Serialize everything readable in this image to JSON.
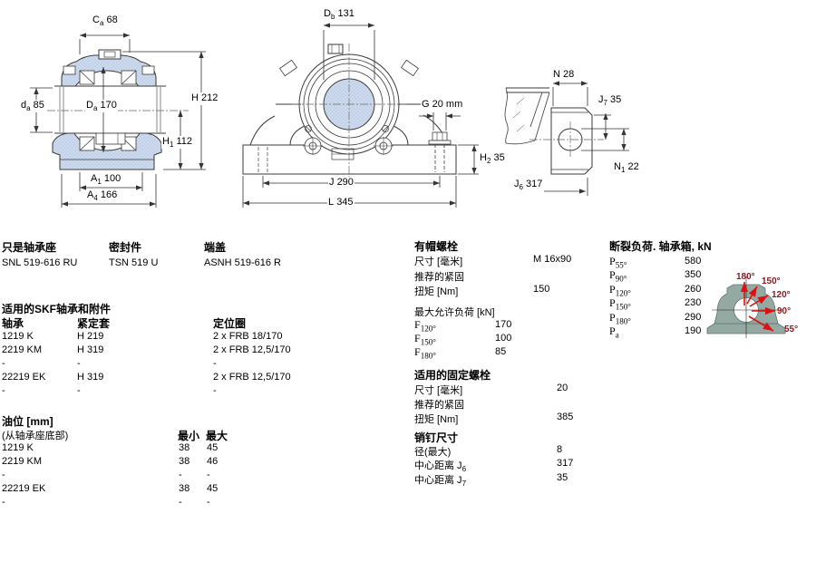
{
  "colors": {
    "hatch_blue": "#cedbee",
    "hatch_dot": "#a3b9d8",
    "line": "#3a3a3a",
    "arrow_red": "#dd1111",
    "angle_label_red": "#8b1a1a",
    "housing_teal": "#95a9a3"
  },
  "drawings": {
    "section_view": {
      "dims": {
        "ca": {
          "main": "C",
          "sub": "a",
          "value": "68"
        },
        "h": {
          "main": "H",
          "sub": "",
          "value": "212"
        },
        "da": {
          "main": "d",
          "sub": "a",
          "value": "85"
        },
        "Da": {
          "main": "D",
          "sub": "a",
          "value": "170"
        },
        "h1": {
          "main": "H",
          "sub": "1",
          "value": "112"
        },
        "a1": {
          "main": "A",
          "sub": "1",
          "value": "100"
        },
        "a4": {
          "main": "A",
          "sub": "4",
          "value": "166"
        }
      }
    },
    "front_view": {
      "dims": {
        "db": {
          "main": "D",
          "sub": "b",
          "value": "131"
        },
        "g": {
          "main": "G",
          "sub": "",
          "value": "20 mm"
        },
        "h2": {
          "main": "H",
          "sub": "2",
          "value": "35"
        },
        "j": {
          "main": "J",
          "sub": "",
          "value": "290"
        },
        "l": {
          "main": "L",
          "sub": "",
          "value": "345"
        }
      }
    },
    "foot_view": {
      "dims": {
        "n": {
          "main": "N",
          "sub": "",
          "value": "28"
        },
        "j7": {
          "main": "J",
          "sub": "7",
          "value": "35"
        },
        "n1": {
          "main": "N",
          "sub": "1",
          "value": "22"
        },
        "j6": {
          "main": "J",
          "sub": "6",
          "value": "317"
        }
      }
    }
  },
  "components": {
    "housing": {
      "label": "只是轴承座",
      "value": "SNL 519-616 RU"
    },
    "seal": {
      "label": "密封件",
      "value": "TSN 519 U"
    },
    "end_cover": {
      "label": "端盖",
      "value": "ASNH 519-616 R"
    }
  },
  "bearings": {
    "title": "适用的SKF轴承和附件",
    "headers": [
      "轴承",
      "紧定套",
      "定位圈"
    ],
    "rows": [
      [
        "1219 K",
        "H 219",
        "2 x FRB 18/170"
      ],
      [
        "2219 KM",
        "H 319",
        "2 x FRB 12,5/170"
      ],
      [
        "-",
        "-",
        "-"
      ],
      [
        "22219 EK",
        "H 319",
        "2 x FRB 12,5/170"
      ],
      [
        "-",
        "-",
        "-"
      ]
    ]
  },
  "oil_level": {
    "title": "油位 [mm]",
    "subtitle": "(从轴承座底部)",
    "col_min": "最小",
    "col_max": "最大",
    "rows": [
      {
        "name": "1219 K",
        "min": "38",
        "max": "45"
      },
      {
        "name": "2219 KM",
        "min": "38",
        "max": "46"
      },
      {
        "name": "-",
        "min": "-",
        "max": "-"
      },
      {
        "name": "22219 EK",
        "min": "38",
        "max": "45"
      },
      {
        "name": "-",
        "min": "-",
        "max": "-"
      }
    ]
  },
  "cap_bolts": {
    "title": "有帽螺栓",
    "size_label": "尺寸 [毫米]",
    "size_value": "M 16x90",
    "recommend_label": "推荐的紧固",
    "torque_label": "扭矩 [Nm]",
    "torque_value": "150",
    "max_load_title": "最大允许负荷 [kN]",
    "loads": [
      {
        "main": "F",
        "sub": "120°",
        "value": "170"
      },
      {
        "main": "F",
        "sub": "150°",
        "value": "100"
      },
      {
        "main": "F",
        "sub": "180°",
        "value": "85"
      }
    ]
  },
  "foundation_bolts": {
    "title": "适用的固定螺栓",
    "size_label": "尺寸 [毫米]",
    "size_value": "20",
    "recommend_label": "推荐的紧固",
    "torque_label": "扭矩 [Nm]",
    "torque_value": "385"
  },
  "pins": {
    "title": "销钉尺寸",
    "rows": [
      {
        "label": "径(最大)",
        "sub": "",
        "value": "8"
      },
      {
        "label": "中心距离 J",
        "sub": "6",
        "value": "317"
      },
      {
        "label": "中心距离 J",
        "sub": "7",
        "value": "35"
      }
    ]
  },
  "breaking_load": {
    "title": "断裂负荷. 轴承箱, kN",
    "rows": [
      {
        "main": "P",
        "sub": "55°",
        "value": "580"
      },
      {
        "main": "P",
        "sub": "90°",
        "value": "350"
      },
      {
        "main": "P",
        "sub": "120°",
        "value": "260"
      },
      {
        "main": "P",
        "sub": "150°",
        "value": "230"
      },
      {
        "main": "P",
        "sub": "180°",
        "value": "290"
      },
      {
        "main": "P",
        "sub": "a",
        "value": "190"
      }
    ],
    "angles": [
      "180°",
      "150°",
      "120°",
      "90°",
      "55°"
    ]
  }
}
